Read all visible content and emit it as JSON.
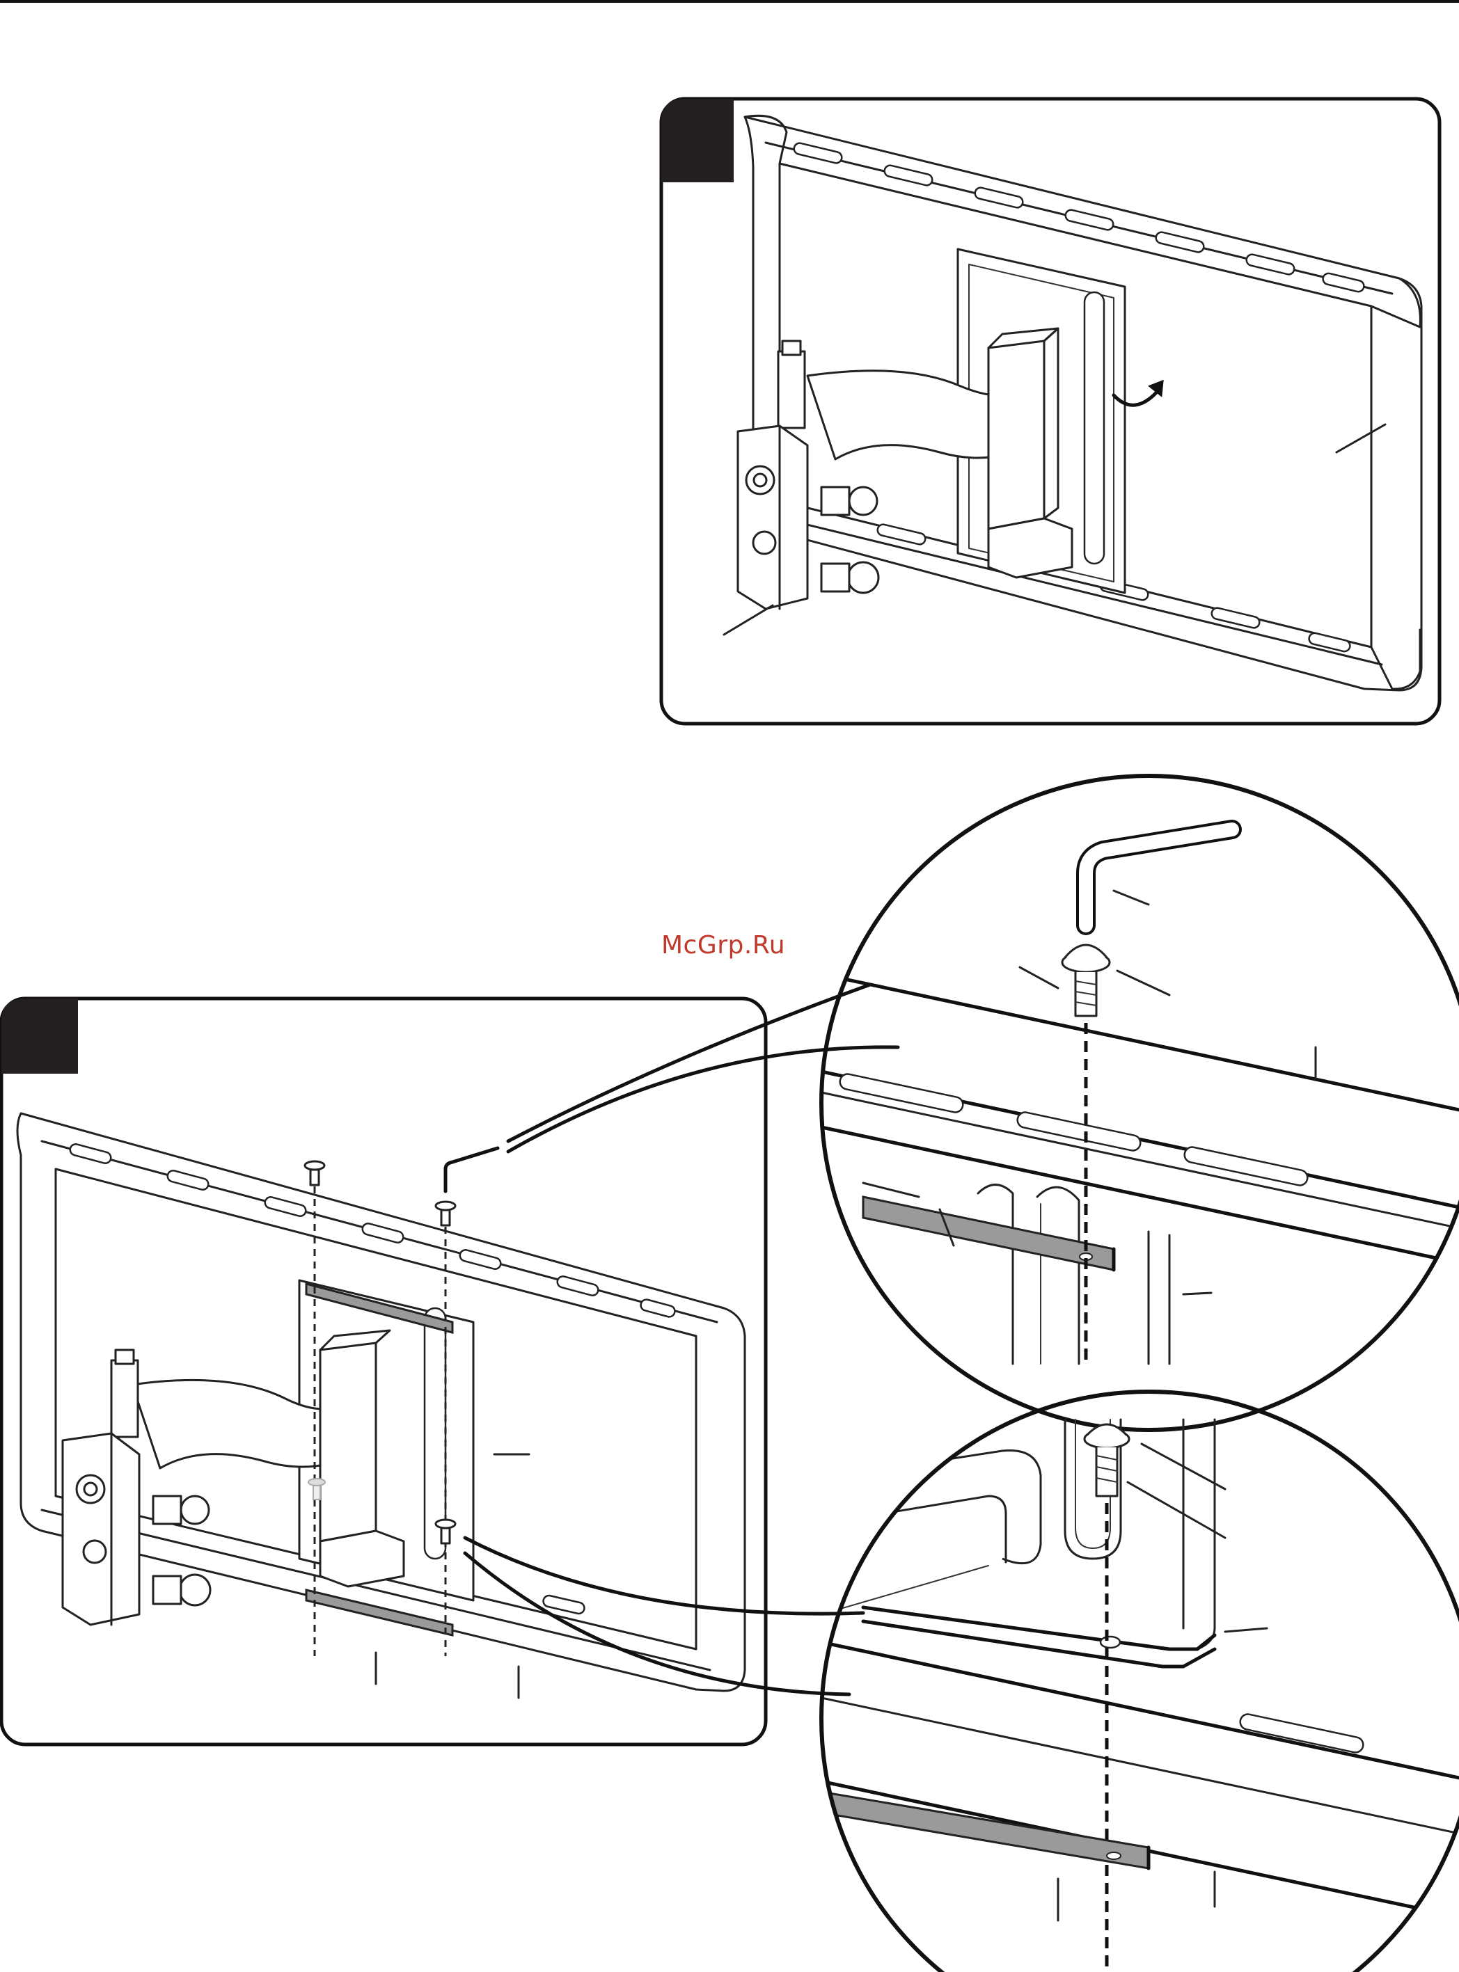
{
  "watermark": "McGrp.Ru",
  "colors": {
    "line": "#222222",
    "step_tab": "#231f20",
    "watermark": "#c0392b",
    "bar_fill": "#9a9a9a"
  },
  "panels": [
    {
      "id": "step-panel-top",
      "step_label": ""
    },
    {
      "id": "step-panel-bottom",
      "step_label": ""
    }
  ],
  "callouts": [
    "detail-circle-hex-key-screw",
    "detail-circle-screw-bar"
  ]
}
